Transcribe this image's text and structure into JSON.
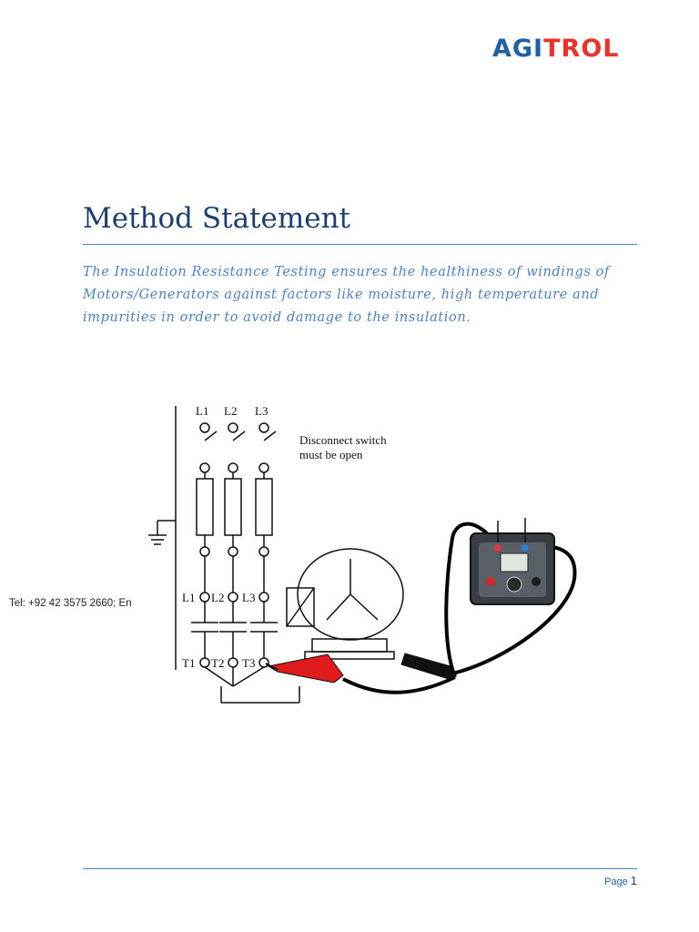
{
  "logo": {
    "part1": "AGI",
    "part2": "TROL",
    "color_blue": "#1f5fa8",
    "color_red": "#e8322b"
  },
  "title": "Method Statement",
  "subtitle": "The Insulation Resistance Testing ensures the healthiness of windings of Motors/Generators against factors like moisture, high temperature and impurities in order to avoid damage to the insulation.",
  "diagram": {
    "supply_labels": [
      "L1",
      "L2",
      "L3"
    ],
    "contactor_labels": [
      "L1",
      "L2",
      "L3"
    ],
    "terminal_labels": [
      "T1",
      "T2",
      "T3"
    ],
    "note_line1": "Disconnect switch",
    "note_line2": "must be open"
  },
  "contact": {
    "tel": "Tel: +92 42 3575 2660; En"
  },
  "footer": {
    "page_label": "Page",
    "page_number": "1"
  }
}
